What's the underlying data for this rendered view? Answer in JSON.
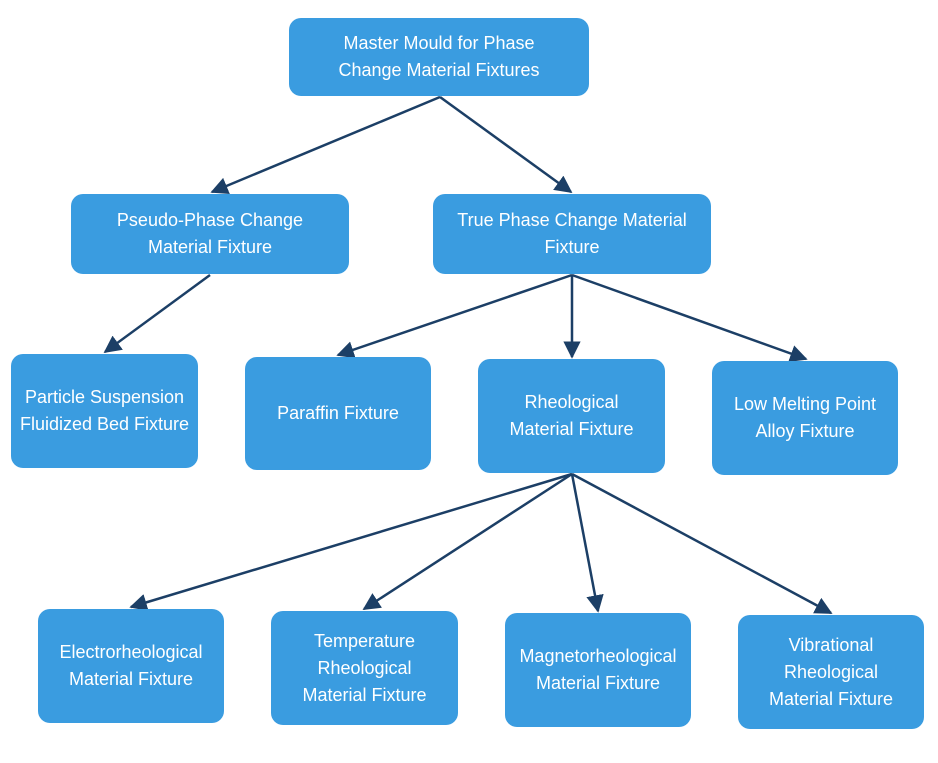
{
  "diagram": {
    "colors": {
      "node_fill": "#3a9ce0",
      "node_text": "#ffffff",
      "edge": "#1c3f66"
    },
    "nodes": {
      "root": "Master Mould for Phase Change Material Fixtures",
      "pseudo": "Pseudo-Phase Change Material Fixture",
      "true_pcm": "True Phase Change Material Fixture",
      "particle": "Particle Suspension Fluidized Bed Fixture",
      "paraffin": "Paraffin Fixture",
      "rheological": "Rheological Material Fixture",
      "low_melting": "Low Melting Point Alloy Fixture",
      "electro": "Electrorheological Material Fixture",
      "temperature": "Temperature Rheological Material Fixture",
      "magneto": "Magnetorheological Material Fixture",
      "vibrational": "Vibrational Rheological Material Fixture"
    },
    "edges": [
      [
        "root",
        "pseudo"
      ],
      [
        "root",
        "true_pcm"
      ],
      [
        "pseudo",
        "particle"
      ],
      [
        "true_pcm",
        "paraffin"
      ],
      [
        "true_pcm",
        "rheological"
      ],
      [
        "true_pcm",
        "low_melting"
      ],
      [
        "rheological",
        "electro"
      ],
      [
        "rheological",
        "temperature"
      ],
      [
        "rheological",
        "magneto"
      ],
      [
        "rheological",
        "vibrational"
      ]
    ]
  }
}
